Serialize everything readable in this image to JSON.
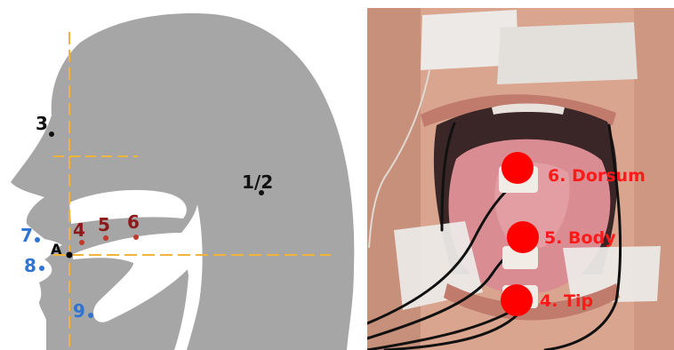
{
  "left_diagram": {
    "reference_label": "A",
    "points": [
      {
        "id": "p12",
        "label": "1/2",
        "color": "#111111"
      },
      {
        "id": "p3",
        "label": "3",
        "color": "#111111"
      },
      {
        "id": "p4",
        "label": "4",
        "color": "#8b1a1a"
      },
      {
        "id": "p5",
        "label": "5",
        "color": "#8b1a1a"
      },
      {
        "id": "p6",
        "label": "6",
        "color": "#8b1a1a"
      },
      {
        "id": "p7",
        "label": "7",
        "color": "#2f74d0"
      },
      {
        "id": "p8",
        "label": "8",
        "color": "#2f74d0"
      },
      {
        "id": "p9",
        "label": "9",
        "color": "#2f74d0"
      }
    ],
    "colors": {
      "head_fill": "#a6a6a6",
      "crosshair": "#f0b33c",
      "red_marker": "#c0392b",
      "blue_marker": "#2f74d0"
    }
  },
  "right_photo": {
    "sensors": [
      {
        "id": "s6",
        "label": "6. Dorsum"
      },
      {
        "id": "s5",
        "label": "5. Body"
      },
      {
        "id": "s4",
        "label": "4. Tip"
      }
    ],
    "colors": {
      "sensor": "#ff0000",
      "label": "#ff1a1a",
      "skin": "#d9a58f",
      "tape": "#ece9e6",
      "mouth": "#3a2626",
      "tongue": "#d98d93",
      "wire": "#111111"
    }
  }
}
